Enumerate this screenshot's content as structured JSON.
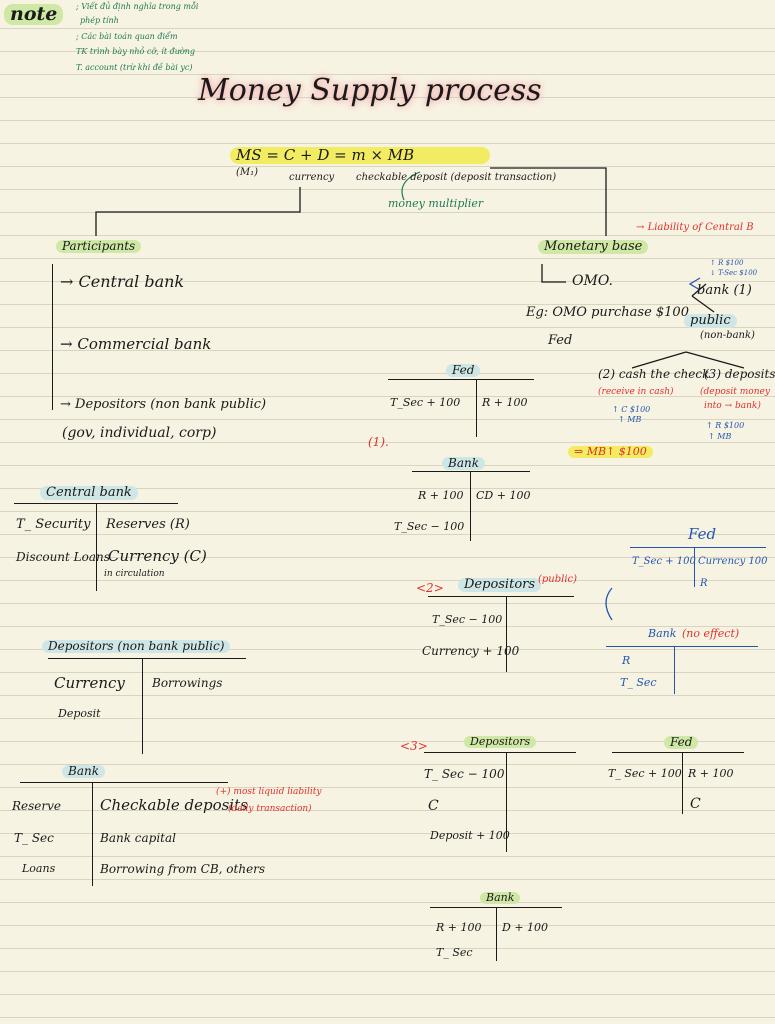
{
  "header": {
    "note_label": "note",
    "notes": [
      "; Viết đủ định nghĩa trong mỗi",
      "phép tính",
      "; Các bài toán quan điểm",
      "TK trình bày nhỏ cỡ, ít đường",
      "T. account (trừ khi đề bài yc)"
    ],
    "title": "Money Supply process"
  },
  "equation": {
    "text": "MS  =  C   +   D   = m × MB",
    "m1": "(M₁)",
    "currency": "currency",
    "checkable": "checkable deposit (deposit transaction)",
    "money_multiplier": "money multiplier"
  },
  "participants": {
    "heading": "Participants",
    "items": [
      "Central bank",
      "Commercial bank",
      "Depositors (non bank public)"
    ],
    "subnote": "(gov, individual, corp)"
  },
  "monetary_base": {
    "heading": "Monetary base",
    "liability_note": "Liability of Central B",
    "omo": "OMO.",
    "example": "Eg: OMO purchase $100",
    "fed": "Fed",
    "bank": "bank (1)",
    "bank_values": [
      "↑ R $100",
      "↓ T-Sec $100"
    ],
    "public": "public",
    "public_sub": "(non-bank)",
    "cash_the_check": "(2) cash the check",
    "cash_note": "(receive in cash)",
    "cash_values": [
      "↑ C $100",
      "↑ MB"
    ],
    "deposits": "(3) deposits",
    "deposits_note": [
      "(deposit money",
      "into → bank)"
    ],
    "deposits_values": [
      "↑ R $100",
      "↑ MB"
    ],
    "mbt": "⇒ MB↑ $100"
  },
  "accounts": {
    "fed1": {
      "title": "Fed",
      "left": "T_Sec  + 100",
      "right": "R  + 100"
    },
    "step1": "(1).",
    "bank1": {
      "title": "Bank",
      "left": [
        "R  + 100",
        "T_Sec  − 100"
      ],
      "right": "CD  + 100"
    },
    "central_bank": {
      "title": "Central bank",
      "left": [
        "T_ Security",
        "Discount Loans"
      ],
      "right": [
        "Reserves (R)",
        "Currency (C)"
      ],
      "right_note": "in circulation"
    },
    "step2": "<2>",
    "depositors2": {
      "title": "Depositors",
      "tag": "(public)",
      "left": [
        "T_Sec  − 100",
        "Currency + 100"
      ]
    },
    "fed2": {
      "title": "Fed",
      "left": "T_Sec + 100",
      "right": [
        "Currency 100",
        "R"
      ]
    },
    "bank2": {
      "title": "Bank",
      "tag": "(no effect)",
      "left": [
        "R",
        "T_ Sec"
      ]
    },
    "depositors_np": {
      "title": "Depositors (non bank public)",
      "left": [
        "Currency",
        "Deposit"
      ],
      "right": [
        "Borrowings"
      ]
    },
    "step3": "<3>",
    "depositors3": {
      "title": "Depositors",
      "left": [
        "T_ Sec  − 100",
        "C",
        "Deposit + 100"
      ]
    },
    "fed3": {
      "title": "Fed",
      "left": "T_ Sec + 100",
      "right": [
        "R  + 100",
        "C"
      ]
    },
    "bank_main": {
      "title": "Bank",
      "left": [
        "Reserve",
        "T_ Sec",
        "Loans"
      ],
      "right": [
        "Checkable deposits",
        "Bank capital",
        "Borrowing from CB, others"
      ],
      "note": [
        "(+) most liquid liability",
        "(daily transaction)"
      ]
    },
    "bank3": {
      "title": "Bank",
      "left": [
        "R  + 100",
        "T_ Sec"
      ],
      "right": "D  + 100"
    }
  }
}
